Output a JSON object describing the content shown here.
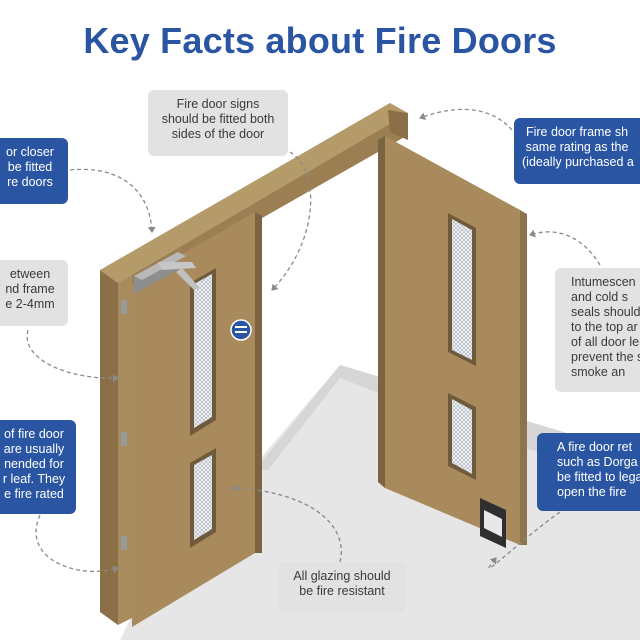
{
  "title": "Key Facts about Fire Doors",
  "callouts": {
    "door_signs": {
      "lines": [
        "Fire door signs",
        "should be fitted both",
        "sides of the door"
      ]
    },
    "door_closer": {
      "lines": [
        "or closer",
        "be fitted",
        "re doors"
      ]
    },
    "frame_rating": {
      "lines": [
        "Fire door frame sh",
        "same rating as the",
        "(ideally purchased a"
      ]
    },
    "gap": {
      "lines": [
        "etween",
        "nd frame",
        "e 2-4mm"
      ]
    },
    "intumescent": {
      "lines": [
        "Intumescen",
        "and cold s",
        "seals should",
        "to the top ar",
        "of all door le",
        "prevent the s",
        "smoke an"
      ]
    },
    "hinges": {
      "lines": [
        "of fire door",
        "are usually",
        "nended for",
        "r leaf. They",
        "e fire rated"
      ]
    },
    "retainer": {
      "lines": [
        "A fire door ret",
        "such as Dorga",
        "be fitted to lega",
        "open the fire"
      ]
    },
    "glazing": {
      "lines": [
        "All glazing should",
        "be fire resistant"
      ]
    }
  },
  "colors": {
    "title": "#2a55a2",
    "blue_box": "#2a55a2",
    "gray_box": "#e2e2e2",
    "door_front": "#a78a5d",
    "door_edge": "#7a6341",
    "floor": "#e5e5e5"
  }
}
